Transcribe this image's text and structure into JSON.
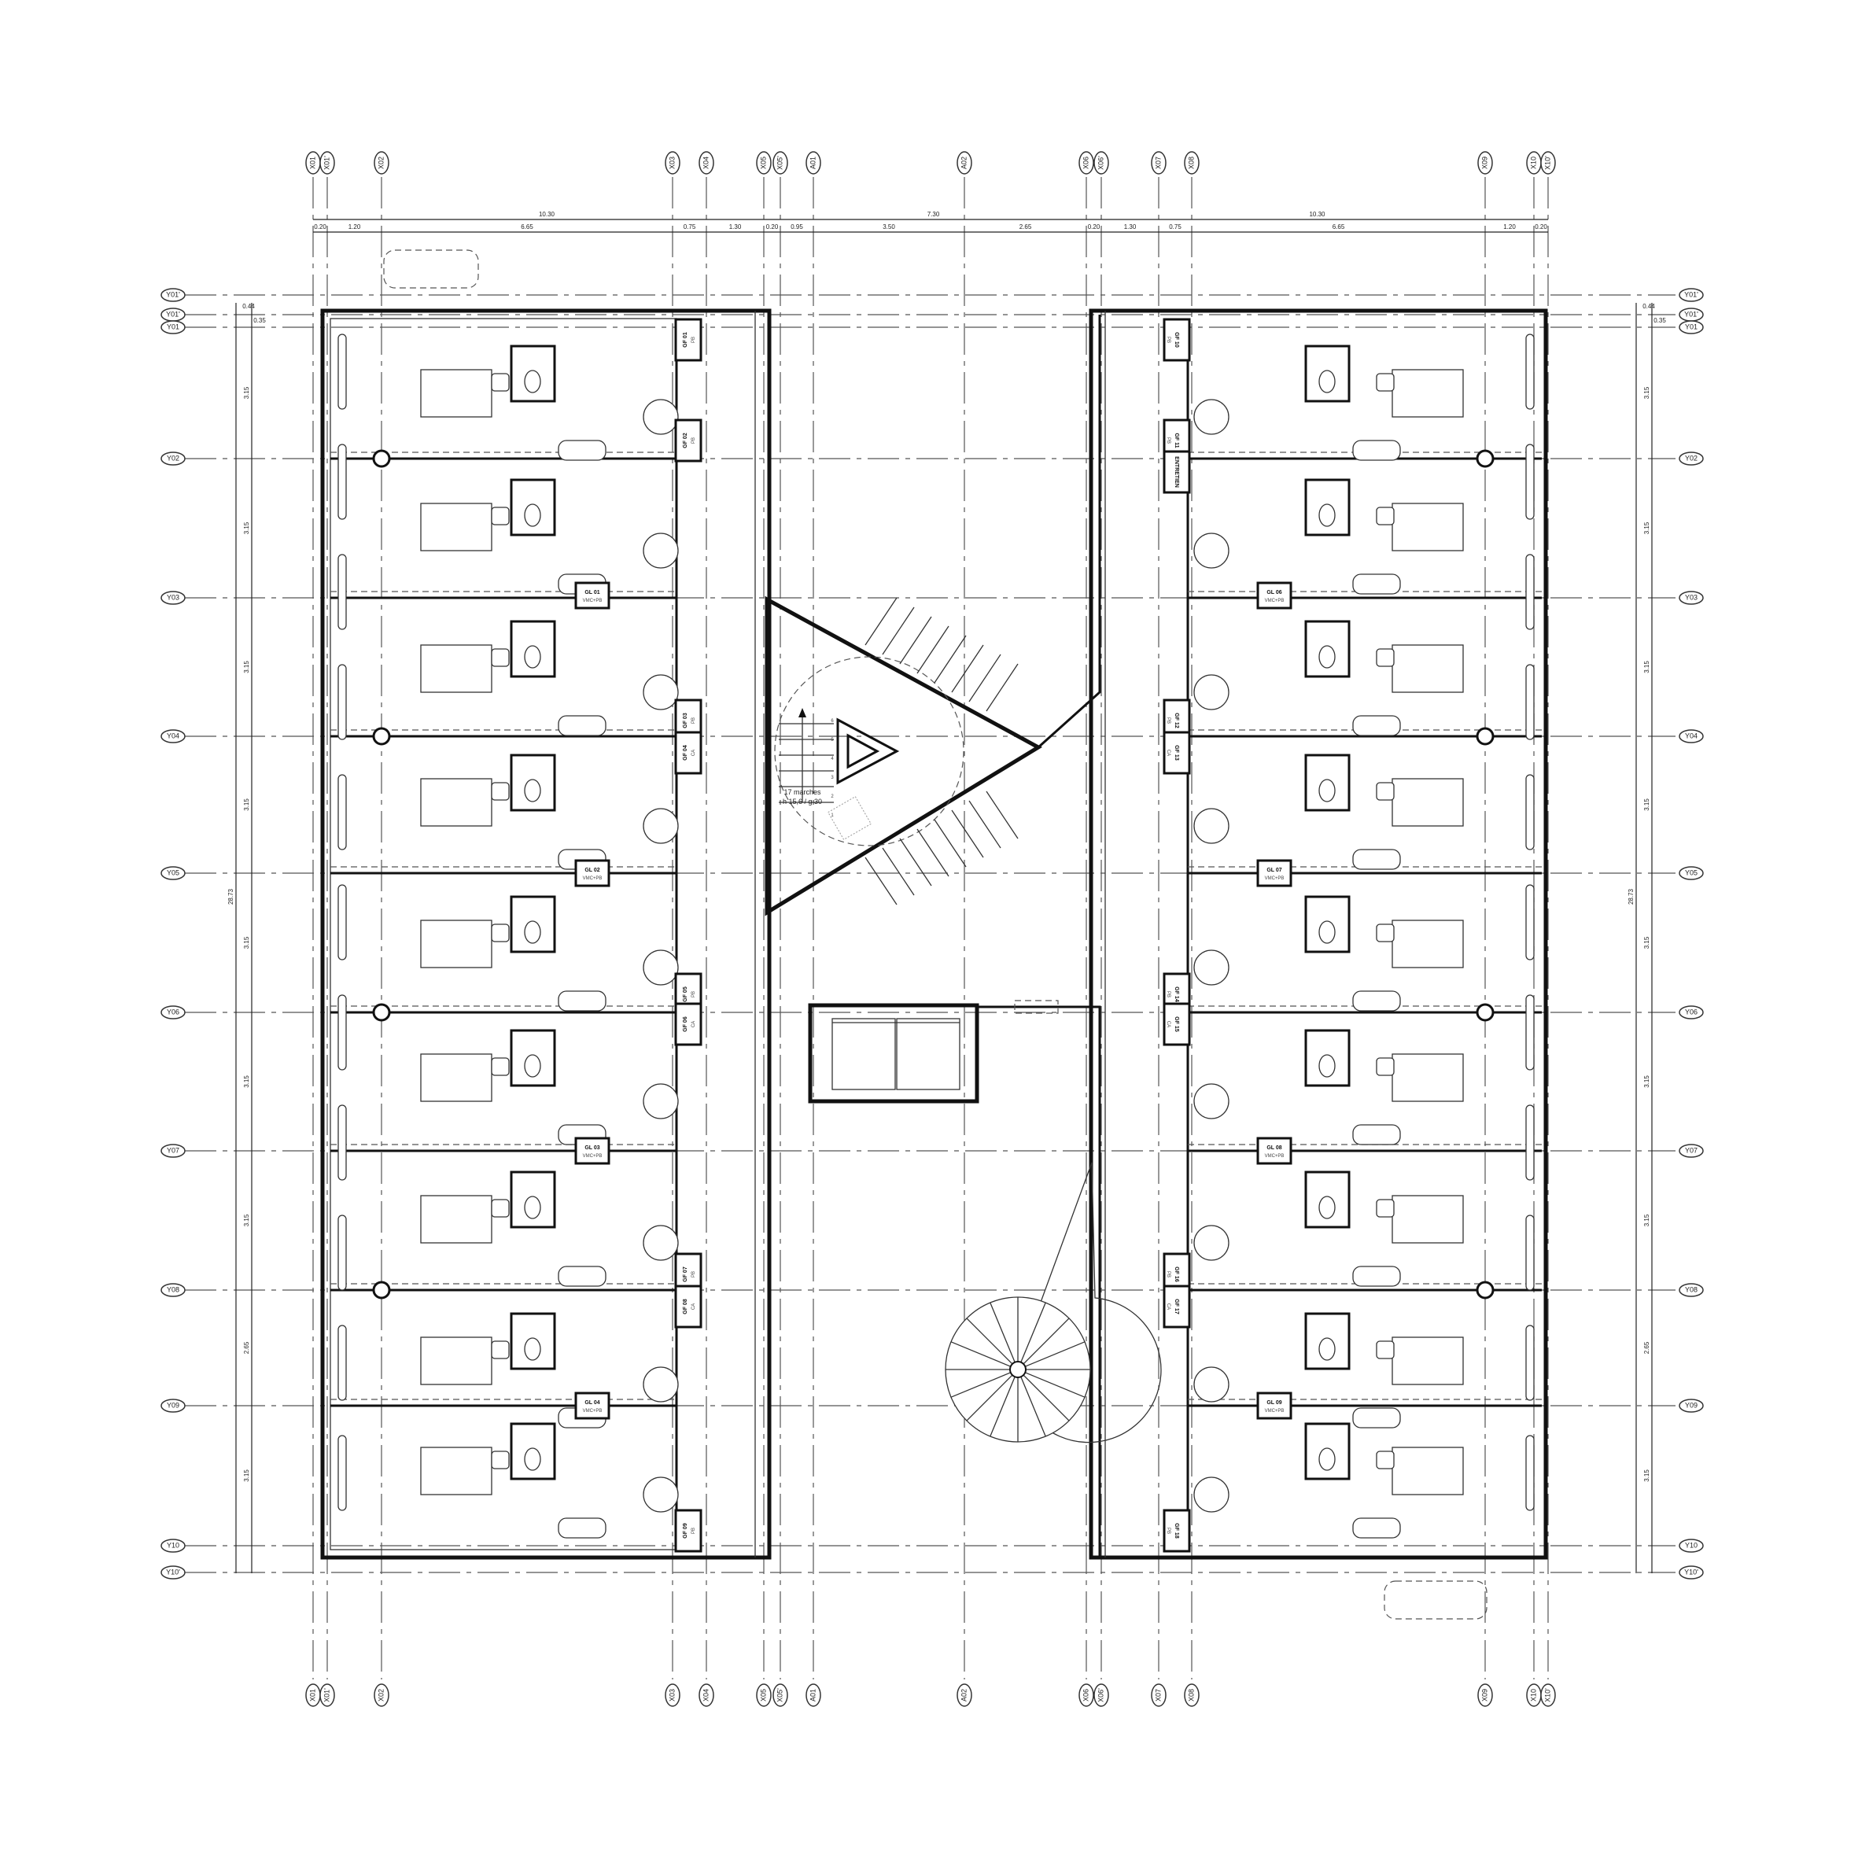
{
  "grid_x_labels": [
    "X01",
    "X01'",
    "X02",
    "X03",
    "X04",
    "X05",
    "X05'",
    "A01",
    "A02",
    "X06",
    "X06'",
    "X07",
    "X08",
    "X09",
    "X10",
    "X10'"
  ],
  "grid_y_labels": [
    "Y01'",
    "Y01'",
    "Y01",
    "Y02",
    "Y03",
    "Y04",
    "Y05",
    "Y06",
    "Y07",
    "Y08",
    "Y09",
    "Y10",
    "Y10'"
  ],
  "dimensions_top_overall": [
    "10.30",
    "7.30",
    "10.30"
  ],
  "dimensions_top_detail": [
    "0.20",
    "1.20",
    "6.65",
    "0.75",
    "1.30",
    "0.20",
    "0.95",
    "3.50",
    "2.65",
    "0.20",
    "1.30",
    "0.75",
    "6.65",
    "1.20",
    "0.20"
  ],
  "dimensions_vertical_top": [
    "0.44",
    "0.35"
  ],
  "dimensions_vertical": [
    "3.15",
    "3.15",
    "3.15",
    "3.15",
    "3.15",
    "3.15",
    "3.15",
    "2.65",
    "3.15"
  ],
  "dimension_vertical_overall": "28.73",
  "stair_note": {
    "line1": "17 marches",
    "line2": "h 15,6 / g 30"
  },
  "stair_step_numbers": [
    "1",
    "2",
    "3",
    "4",
    "5",
    "6"
  ],
  "shafts_left": [
    {
      "code": "GF 01",
      "type": "PB"
    },
    {
      "code": "GF 02",
      "type": "PB"
    },
    {
      "code": "GF 03",
      "type": "PB"
    },
    {
      "code": "GF 04",
      "type": "CA"
    },
    {
      "code": "GF 05",
      "type": "PB"
    },
    {
      "code": "GF 06",
      "type": "CA"
    },
    {
      "code": "GF 07",
      "type": "PB"
    },
    {
      "code": "GF 08",
      "type": "CA"
    },
    {
      "code": "GF 09",
      "type": "PB"
    }
  ],
  "shafts_right": [
    {
      "code": "GF 10",
      "type": "PB"
    },
    {
      "code": "GF 11",
      "type": "PB"
    },
    {
      "code": "ENTRETIEN",
      "type": ""
    },
    {
      "code": "GF 12",
      "type": "PB"
    },
    {
      "code": "GF 13",
      "type": "CA"
    },
    {
      "code": "GF 14",
      "type": "PB"
    },
    {
      "code": "GF 15",
      "type": "CA"
    },
    {
      "code": "GF 16",
      "type": "PB"
    },
    {
      "code": "GF 17",
      "type": "CA"
    },
    {
      "code": "GF 18",
      "type": "PB"
    }
  ],
  "ducts_left": [
    {
      "code": "GL 01",
      "type": "VMC+PB"
    },
    {
      "code": "GL 02",
      "type": "VMC+PB"
    },
    {
      "code": "GL 03",
      "type": "VMC+PB"
    },
    {
      "code": "GL 04",
      "type": "VMC+PB"
    }
  ],
  "ducts_right": [
    {
      "code": "GL 06",
      "type": "VMC+PB"
    },
    {
      "code": "GL 07",
      "type": "VMC+PB"
    },
    {
      "code": "GL 08",
      "type": "VMC+PB"
    },
    {
      "code": "GL 09",
      "type": "VMC+PB"
    }
  ],
  "colors": {
    "line": "#111111",
    "background": "#ffffff",
    "grid": "#555555"
  }
}
